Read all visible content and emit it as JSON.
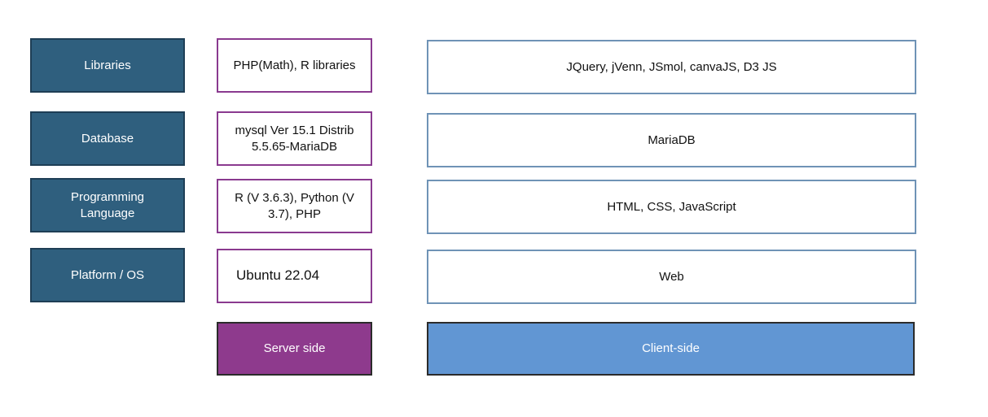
{
  "labels": {
    "libraries": "Libraries",
    "database": "Database",
    "programming_language": "Programming\nLanguage",
    "platform_os": "Platform / OS"
  },
  "server": {
    "libraries": "PHP(Math), R libraries",
    "database": "mysql Ver 15.1 Distrib 5.5.65-MariaDB",
    "programming_language": "R (V 3.6.3), Python (V 3.7), PHP",
    "platform_os": "Ubuntu 22.04",
    "footer": "Server side"
  },
  "client": {
    "libraries": "JQuery, jVenn, JSmol, canvaJS, D3 JS",
    "database": "MariaDB",
    "programming_language": "HTML, CSS, JavaScript",
    "platform_os": "Web",
    "footer": "Client-side"
  },
  "colors": {
    "label_fill": "#2f5f7e",
    "server_border": "#8a3a8f",
    "client_border": "#6f93b6",
    "server_footer": "#8e3a8d",
    "client_footer": "#6196d3"
  }
}
